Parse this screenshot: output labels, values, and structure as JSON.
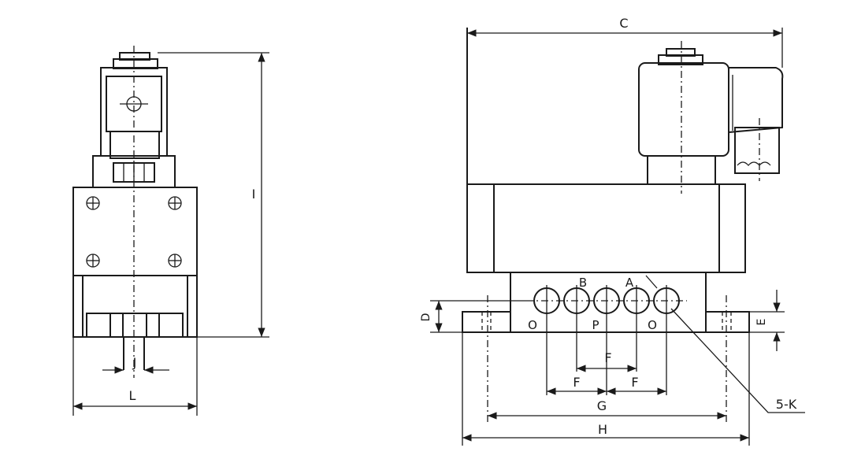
{
  "side_view": {
    "dimensions": {
      "height": "I",
      "width": "L",
      "pin": "J"
    }
  },
  "front_view": {
    "dimensions": {
      "length": "C",
      "base_height": "D",
      "foot_height": "E",
      "port_pitch_top": "F",
      "port_pitch_left": "F",
      "port_pitch_right": "F",
      "mount_pitch": "G",
      "base_length": "H",
      "holes": "5-K"
    },
    "ports_top": [
      "B",
      "A"
    ],
    "ports_bottom": [
      "O",
      "P",
      "O"
    ]
  }
}
